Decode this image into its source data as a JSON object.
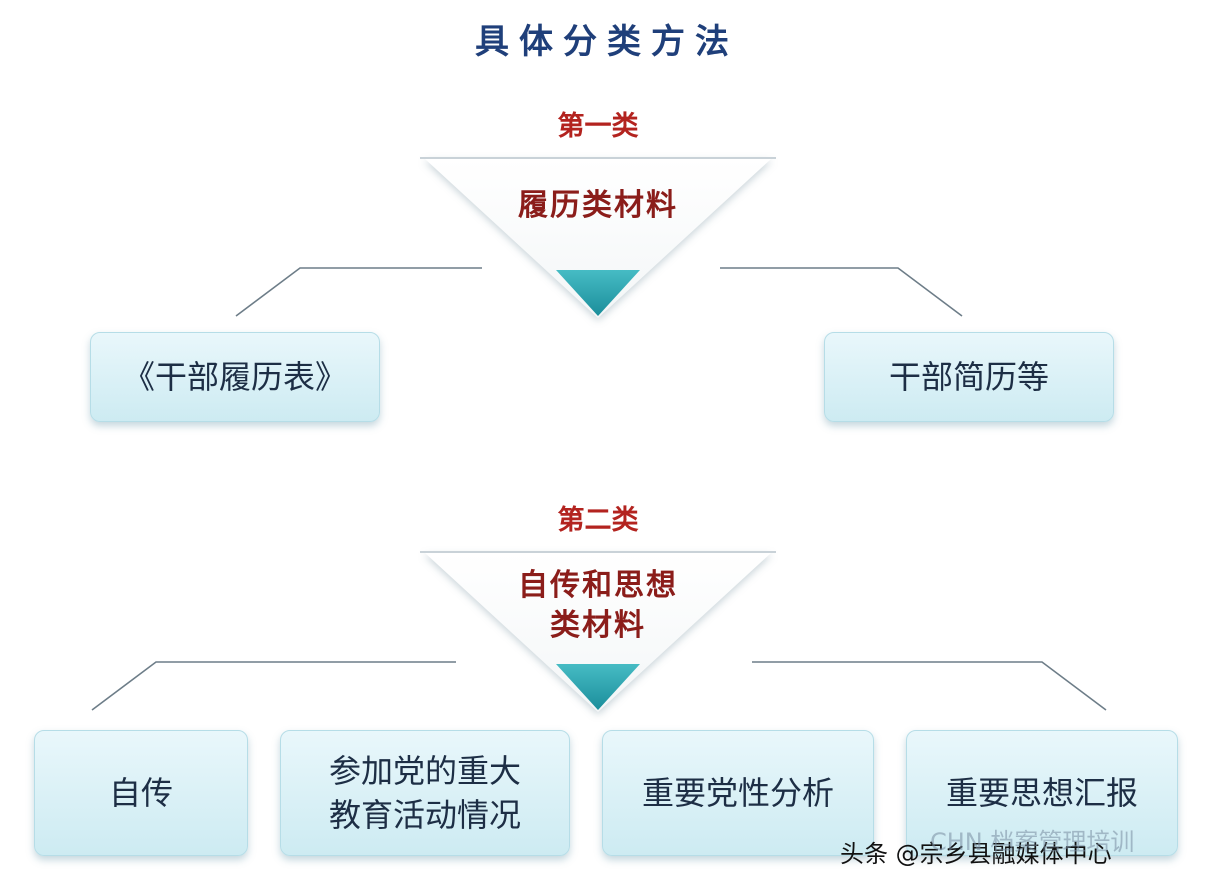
{
  "title": "具体分类方法",
  "category1": {
    "label": "第一类",
    "name": "履历类材料",
    "items": [
      "《干部履历表》",
      "干部简历等"
    ]
  },
  "category2": {
    "label": "第二类",
    "name_lines": [
      "自传和思想",
      "类材料"
    ],
    "items": [
      {
        "lines": [
          "自传"
        ]
      },
      {
        "lines": [
          "参加党的重大",
          "教育活动情况"
        ]
      },
      {
        "lines": [
          "重要党性分析"
        ]
      },
      {
        "lines": [
          "重要思想汇报"
        ]
      }
    ]
  },
  "watermark": {
    "text": "头条 @宗乡县融媒体中心",
    "ghost": "CHN 档案管理培训"
  },
  "colors": {
    "title": "#1f3f7a",
    "category_label": "#b3231f",
    "triangle_text": "#8b1d1a",
    "triangle_tip": "#2aa2ad",
    "box_fill": "#d8eff5"
  }
}
